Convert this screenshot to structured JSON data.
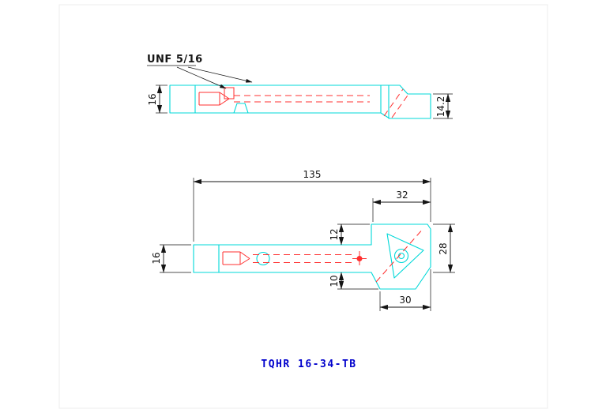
{
  "colors": {
    "geometry": "#00d8d8",
    "centerline": "#ff3030",
    "dimension": "#151515",
    "title": "#0000cc"
  },
  "annotations": {
    "thread_label": "UNF 5/16"
  },
  "top_view": {
    "dim_height_left": "16",
    "dim_height_right": "14.2"
  },
  "bottom_view": {
    "dim_overall_length": "135",
    "dim_head_width_top": "32",
    "dim_offset_above": "12",
    "dim_head_height": "28",
    "dim_offset_below": "10",
    "dim_head_width_bottom": "30",
    "dim_shank_width": "16"
  },
  "title": {
    "text": "TQHR 16-34-TB"
  }
}
